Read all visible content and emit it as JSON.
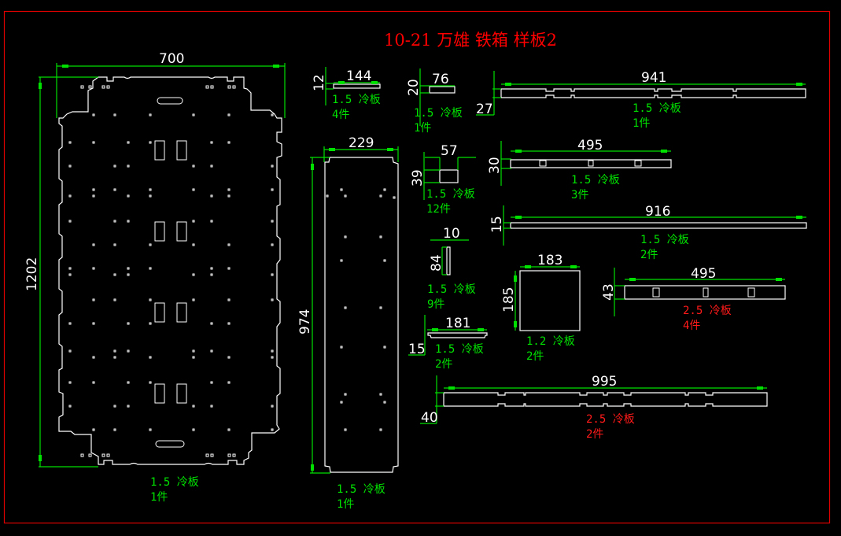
{
  "title": "10-21 万雄 铁箱 样板2",
  "colors": {
    "background": "#000000",
    "frame": "#e00000",
    "title": "#ff0000",
    "part_outline": "#ffffff",
    "dimension": "#00e000",
    "note_green": "#00e000",
    "note_red": "#ff1a1a"
  },
  "parts": [
    {
      "id": "main-panel",
      "width_dim": "700",
      "height_dim": "1202",
      "material": "1.5 冷板",
      "qty": "1件",
      "note_color": "green"
    },
    {
      "id": "side-panel",
      "width_dim": "229",
      "height_dim": "974",
      "material": "1.5 冷板",
      "qty": "1件",
      "note_color": "green"
    },
    {
      "id": "strip-144",
      "width_dim": "144",
      "height_dim": "12",
      "material": "1.5 冷板",
      "qty": "4件",
      "note_color": "green"
    },
    {
      "id": "strip-76",
      "width_dim": "76",
      "height_dim": "20",
      "material": "1.5 冷板",
      "qty": "1件",
      "note_color": "green"
    },
    {
      "id": "strip-941",
      "width_dim": "941",
      "height_dim": "27",
      "material": "1.5 冷板",
      "qty": "1件",
      "note_color": "green"
    },
    {
      "id": "block-57",
      "width_dim": "57",
      "height_dim": "39",
      "material": "1.5 冷板",
      "qty": "12件",
      "note_color": "green"
    },
    {
      "id": "strip-495-a",
      "width_dim": "495",
      "height_dim": "30",
      "material": "1.5 冷板",
      "qty": "3件",
      "note_color": "green"
    },
    {
      "id": "strip-916",
      "width_dim": "916",
      "height_dim": "15",
      "material": "1.5 冷板",
      "qty": "2件",
      "note_color": "green"
    },
    {
      "id": "bar-10",
      "width_dim": "10",
      "height_dim": "84",
      "material": "1.5 冷板",
      "qty": "9件",
      "note_color": "green"
    },
    {
      "id": "plate-183",
      "width_dim": "183",
      "height_dim": "185",
      "material": "1.2 冷板",
      "qty": "2件",
      "note_color": "green"
    },
    {
      "id": "strip-495-b",
      "width_dim": "495",
      "height_dim": "43",
      "material": "2.5 冷板",
      "qty": "4件",
      "note_color": "red"
    },
    {
      "id": "strip-181",
      "width_dim": "181",
      "height_dim": "15",
      "material": "1.5 冷板",
      "qty": "2件",
      "note_color": "green"
    },
    {
      "id": "strip-995",
      "width_dim": "995",
      "height_dim": "40",
      "material": "2.5 冷板",
      "qty": "2件",
      "note_color": "red"
    }
  ]
}
